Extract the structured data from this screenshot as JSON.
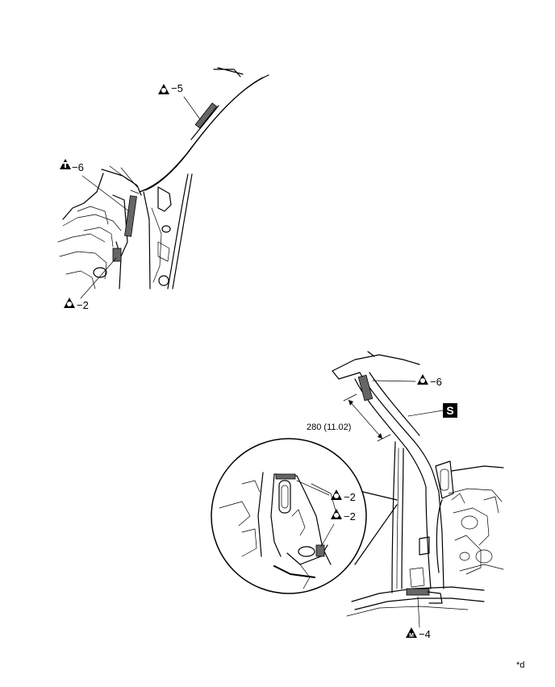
{
  "callouts": {
    "top_weld_5": {
      "symbol": "triangle-o",
      "number": "5"
    },
    "top_weld_6": {
      "symbol": "triangle-t",
      "number": "6"
    },
    "top_weld_2": {
      "symbol": "triangle-o",
      "number": "2"
    },
    "bottom_weld_6": {
      "symbol": "triangle-o",
      "number": "6"
    },
    "detail_weld_2a": {
      "symbol": "triangle-o",
      "number": "2"
    },
    "detail_weld_2b": {
      "symbol": "triangle-o",
      "number": "2"
    },
    "bottom_weld_4": {
      "symbol": "triangle-m",
      "number": "4"
    }
  },
  "dash": "−",
  "dimension": {
    "text": "280 (11.02)"
  },
  "section_symbol": {
    "glyph": "S"
  },
  "figure_code": "*d"
}
